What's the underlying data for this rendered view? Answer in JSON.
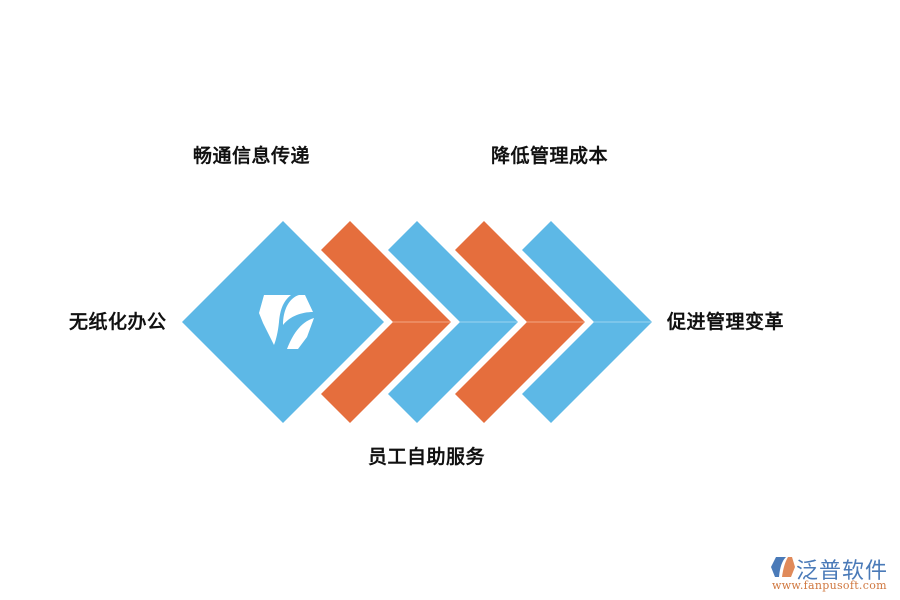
{
  "diagram": {
    "title": "",
    "colors": {
      "blue": "#5db8e6",
      "orange": "#e56e3d",
      "background": "#ffffff",
      "text": "#111111"
    },
    "center_shape": {
      "type": "diamond",
      "color": "#5db8e6",
      "icon": "fanpu-logo-icon"
    },
    "chevrons": [
      {
        "color": "#e56e3d"
      },
      {
        "color": "#5db8e6"
      },
      {
        "color": "#e56e3d"
      },
      {
        "color": "#5db8e6"
      }
    ],
    "labels": {
      "left": "无纸化办公",
      "top_left": "畅通信息传递",
      "top_right": "降低管理成本",
      "bottom": "员工自助服务",
      "right": "促进管理变革"
    }
  },
  "watermark": {
    "brand": "泛普软件",
    "url": "www.fanpusoft.com"
  }
}
